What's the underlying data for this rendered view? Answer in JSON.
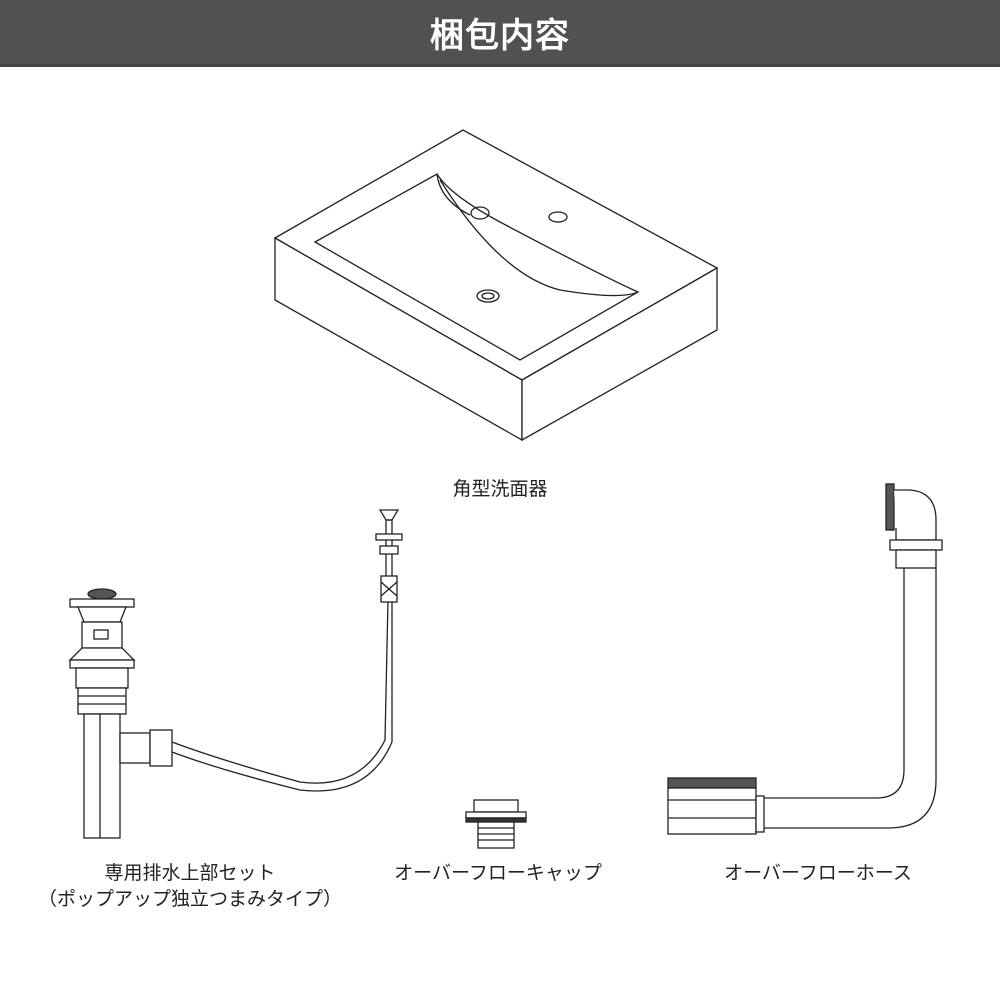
{
  "header": {
    "title": "梱包内容"
  },
  "items": [
    {
      "label": "角型洗面器"
    },
    {
      "label": "専用排水上部セット",
      "sublabel": "（ポップアップ独立つまみタイプ）"
    },
    {
      "label": "オーバーフローキャップ"
    },
    {
      "label": "オーバーフローホース"
    }
  ]
}
